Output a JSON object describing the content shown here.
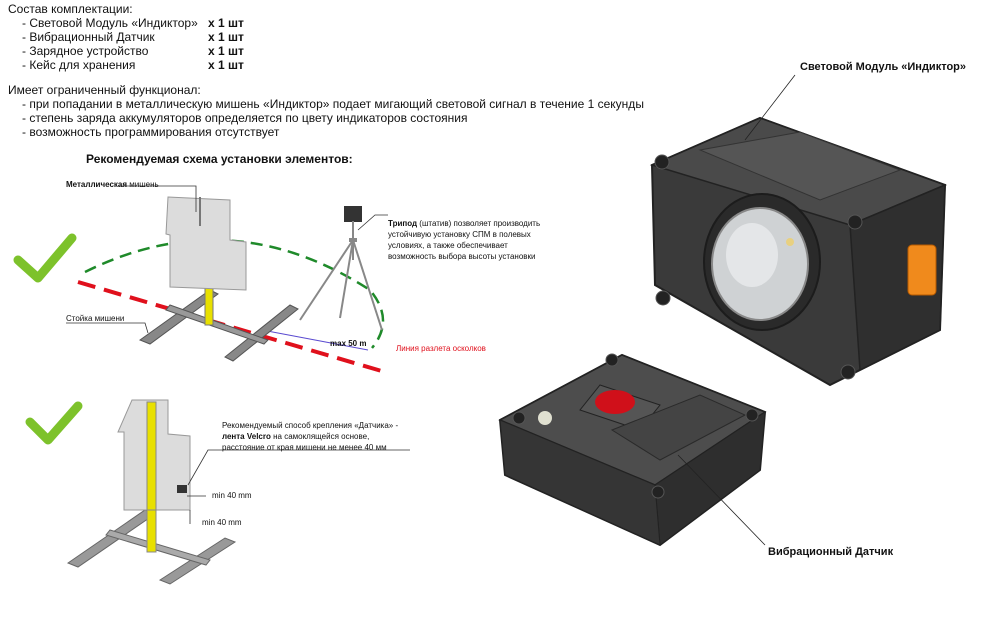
{
  "kit": {
    "title": "Состав комплектации:",
    "items": [
      {
        "name": "- Световой Модуль «Индиктор»",
        "qty": "x 1 шт"
      },
      {
        "name": "- Вибрационный Датчик",
        "qty": "x 1 шт"
      },
      {
        "name": "- Зарядное устройство",
        "qty": "x 1 шт"
      },
      {
        "name": "- Кейс для хранения",
        "qty": "x 1 шт"
      }
    ]
  },
  "features": {
    "title": "Имеет ограниченный функционал:",
    "items": [
      "- при попадании в металлическую мишень «Индиктор» подает мигающий световой сигнал в течение 1 секунды",
      "- степень заряда аккумуляторов определяется по цвету индикаторов состояния",
      "- возможность программирования отсутствует"
    ]
  },
  "scheme": {
    "title": "Рекомендуемая схема установки элементов:",
    "target_label_bold": "Металлическая",
    "target_label_rest": " мишень",
    "stand_label": "Стойка мишени",
    "tripod_bold": "Трипод",
    "tripod_rest": " (штатив) позволяет производить",
    "tripod_lines": [
      "устойчивую установку СПМ в полевых",
      "условиях, а также обеспечивает",
      "возможность выбора высоты установки"
    ],
    "distance": "max 50 m",
    "fragment_line": "Линия разлета осколков",
    "sensor_line1": "Рекомендуемый способ крепления «Датчика» -",
    "sensor_bold": "лента Velcro",
    "sensor_line2_rest": " на самоклящейся основе,",
    "sensor_line3": "расстояние от края мишени не менее 40 мм",
    "min1": "min 40 mm",
    "min2": "min 40 mm"
  },
  "products": {
    "light_module": "Световой Модуль «Индиктор»",
    "vibration_sensor": "Вибрационный Датчик"
  },
  "colors": {
    "check": "#7dc22b",
    "red_line": "#e0101c",
    "green_arc": "#1f8a2a",
    "accent_orange": "#f08a1c",
    "pole_yellow": "#e8e000"
  }
}
